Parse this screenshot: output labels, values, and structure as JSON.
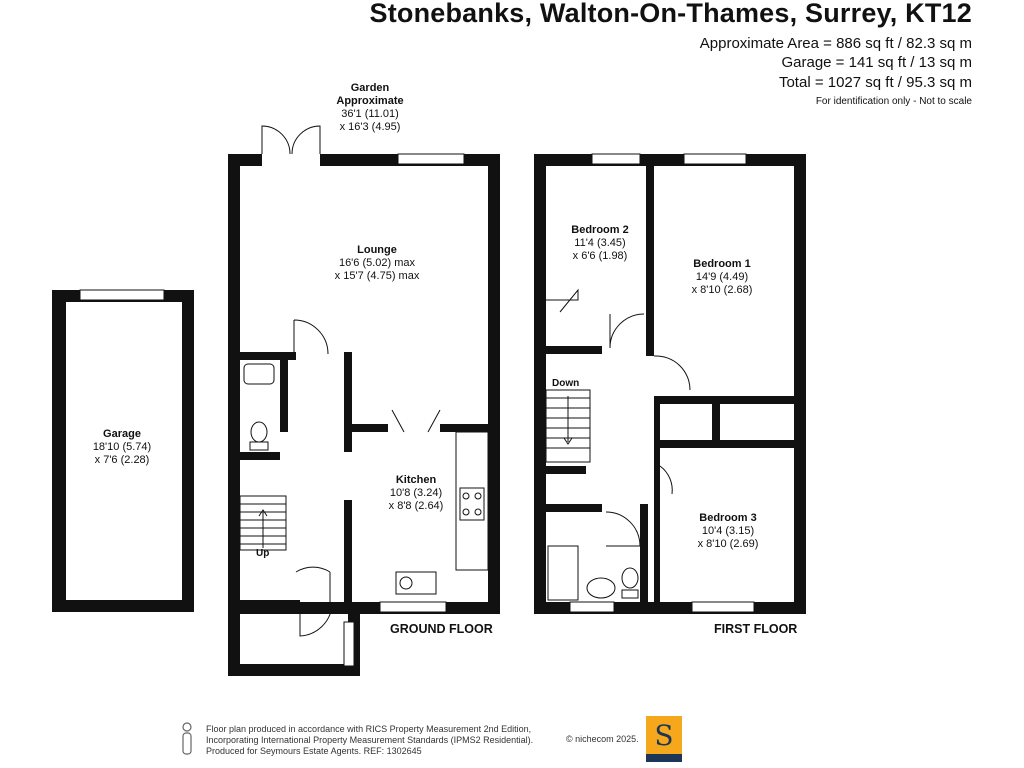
{
  "header": {
    "title": "Stonebanks, Walton-On-Thames, Surrey, KT12",
    "area_line_1": "Approximate Area = 886 sq ft / 82.3 sq m",
    "area_line_2": "Garage = 141 sq ft / 13 sq m",
    "area_line_3": "Total = 1027 sq ft / 95.3 sq m",
    "note": "For identification only - Not to scale"
  },
  "rooms": {
    "garden": {
      "name": "Garden",
      "name2": "Approximate",
      "dim1": "36'1 (11.01)",
      "dim2": "x 16'3 (4.95)"
    },
    "lounge": {
      "name": "Lounge",
      "dim1": "16'6 (5.02) max",
      "dim2": "x 15'7 (4.75) max"
    },
    "kitchen": {
      "name": "Kitchen",
      "dim1": "10'8 (3.24)",
      "dim2": "x 8'8 (2.64)"
    },
    "garage": {
      "name": "Garage",
      "dim1": "18'10 (5.74)",
      "dim2": "x 7'6 (2.28)"
    },
    "bedroom1": {
      "name": "Bedroom 1",
      "dim1": "14'9 (4.49)",
      "dim2": "x 8'10 (2.68)"
    },
    "bedroom2": {
      "name": "Bedroom 2",
      "dim1": "11'4 (3.45)",
      "dim2": "x 6'6 (1.98)"
    },
    "bedroom3": {
      "name": "Bedroom 3",
      "dim1": "10'4 (3.15)",
      "dim2": "x 8'10 (2.69)"
    }
  },
  "stairs": {
    "up": "Up",
    "down": "Down"
  },
  "floors": {
    "ground": "GROUND FLOOR",
    "first": "FIRST FLOOR"
  },
  "footer": {
    "line1": "Floor plan produced in accordance with RICS Property Measurement 2nd Edition,",
    "line2": "Incorporating International Property Measurement Standards (IPMS2 Residential).",
    "line3": "Produced for Seymours Estate Agents.   REF: 1302645",
    "copyright": "© nichecom 2025.",
    "logo_letter": "S"
  },
  "colors": {
    "wall": "#111111",
    "logo_bg": "#f5a81c",
    "logo_band": "#1d3557"
  }
}
